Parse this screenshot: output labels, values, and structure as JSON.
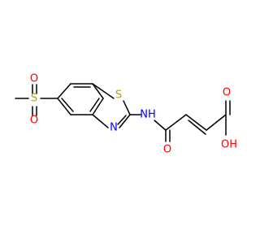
{
  "molecule": {
    "atoms": {
      "s_sulfonyl": "S",
      "o_sulfonyl_top": "O",
      "o_sulfonyl_bottom": "O",
      "s_thiazole": "S",
      "n_thiazole": "N",
      "nh_amide": "NH",
      "o_amide": "O",
      "o_acid_carbonyl": "O",
      "oh_acid": "OH"
    },
    "colors": {
      "sulfur": "#b8a000",
      "oxygen": "#ff0000",
      "nitrogen": "#0000ff",
      "carbon_bond": "#000000"
    }
  }
}
